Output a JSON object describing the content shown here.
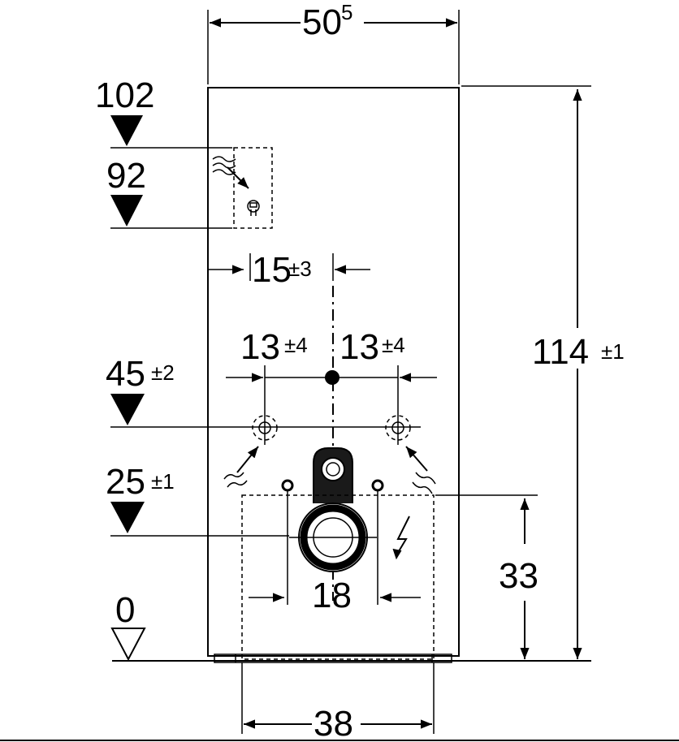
{
  "dimensions": {
    "width_main": "50",
    "width_sup": "5",
    "level_top": "102",
    "level_water": "92",
    "offset_water": "15",
    "offset_water_tol": "±3",
    "spacing_left": "13",
    "spacing_left_tol": "±4",
    "spacing_right": "13",
    "spacing_right_tol": "±4",
    "level_fix": "45",
    "level_fix_tol": "±2",
    "height_total": "114",
    "height_total_tol": "±1",
    "level_drain": "25",
    "level_drain_tol": "±1",
    "height_box": "33",
    "drain_spacing": "18",
    "level_floor": "0",
    "width_base": "38"
  }
}
